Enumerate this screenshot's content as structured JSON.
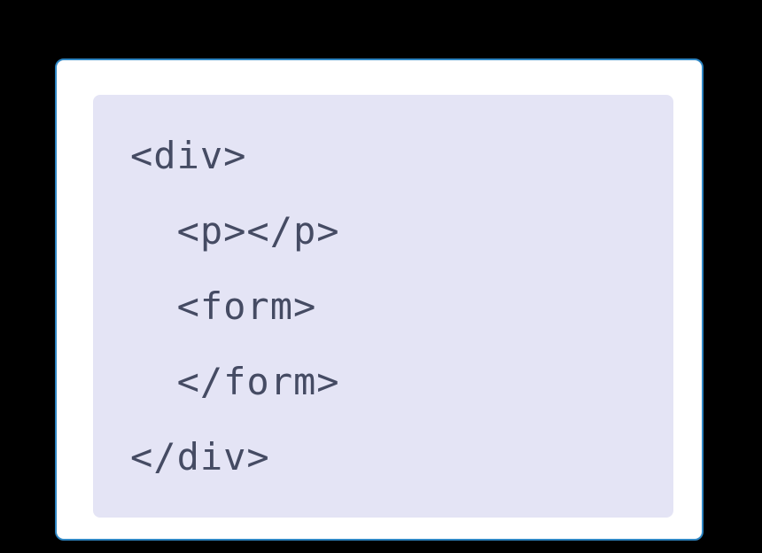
{
  "page": {
    "background_color": "#000000"
  },
  "card": {
    "background_color": "#ffffff",
    "border_color": "#2f86c3"
  },
  "code_block": {
    "background_color": "#e4e4f5",
    "text_color": "#454b63",
    "language": "html",
    "lines": [
      "<div>",
      "  <p></p>",
      "  <form>",
      "  </form>",
      "</div>"
    ]
  }
}
